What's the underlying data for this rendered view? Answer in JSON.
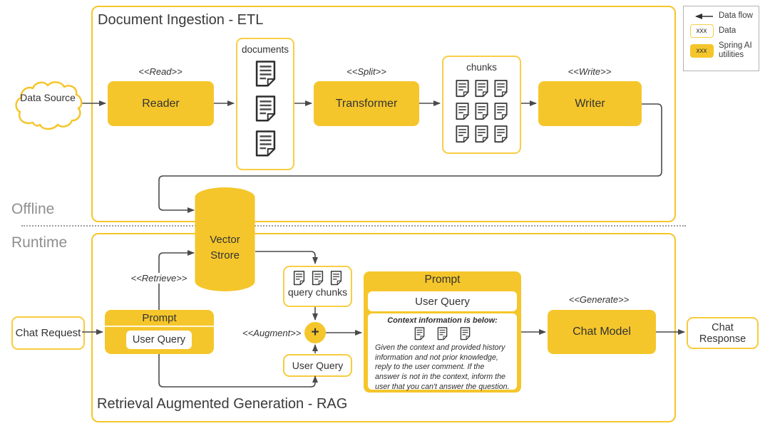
{
  "offline_label": "Offline",
  "runtime_label": "Runtime",
  "data_source": "Data Source",
  "etl": {
    "title": "Document Ingestion - ETL",
    "read_stereotype": "<<Read>>",
    "reader": "Reader",
    "documents_label": "documents",
    "split_stereotype": "<<Split>>",
    "transformer": "Transformer",
    "chunks_label": "chunks",
    "write_stereotype": "<<Write>>",
    "writer": "Writer"
  },
  "vector_store": {
    "line1": "Vector",
    "line2": "Strore"
  },
  "rag": {
    "title": "Retrieval Augmented Generation - RAG",
    "chat_request": "Chat Request",
    "retrieve_stereotype": "<<Retrieve>>",
    "prompt_small": {
      "title": "Prompt",
      "user_query": "User Query"
    },
    "query_chunks_label": "query chunks",
    "augment_stereotype": "<<Augment>>",
    "plus": "+",
    "user_query_box": "User Query",
    "prompt_large": {
      "title": "Prompt",
      "user_query": "User Query",
      "context_heading": "Context information is below:",
      "instructions": "Given the context and provided history information and not prior knowledge, reply to the user comment. If the answer is not in the context, inform the user that you can't answer the question."
    },
    "generate_stereotype": "<<Generate>>",
    "chat_model": "Chat Model",
    "chat_response": "Chat Response"
  },
  "legend": {
    "data_flow_label": "Data flow",
    "data_sample": "xxx",
    "data_label": "Data",
    "spring_sample": "xxx",
    "spring_label": "Spring AI utilities"
  },
  "colors": {
    "accent": "#F5C62B",
    "accent_border": "#F8CE45",
    "arrow": "#4a4a4a",
    "muted_text": "#8f8f8f",
    "text": "#333333"
  }
}
